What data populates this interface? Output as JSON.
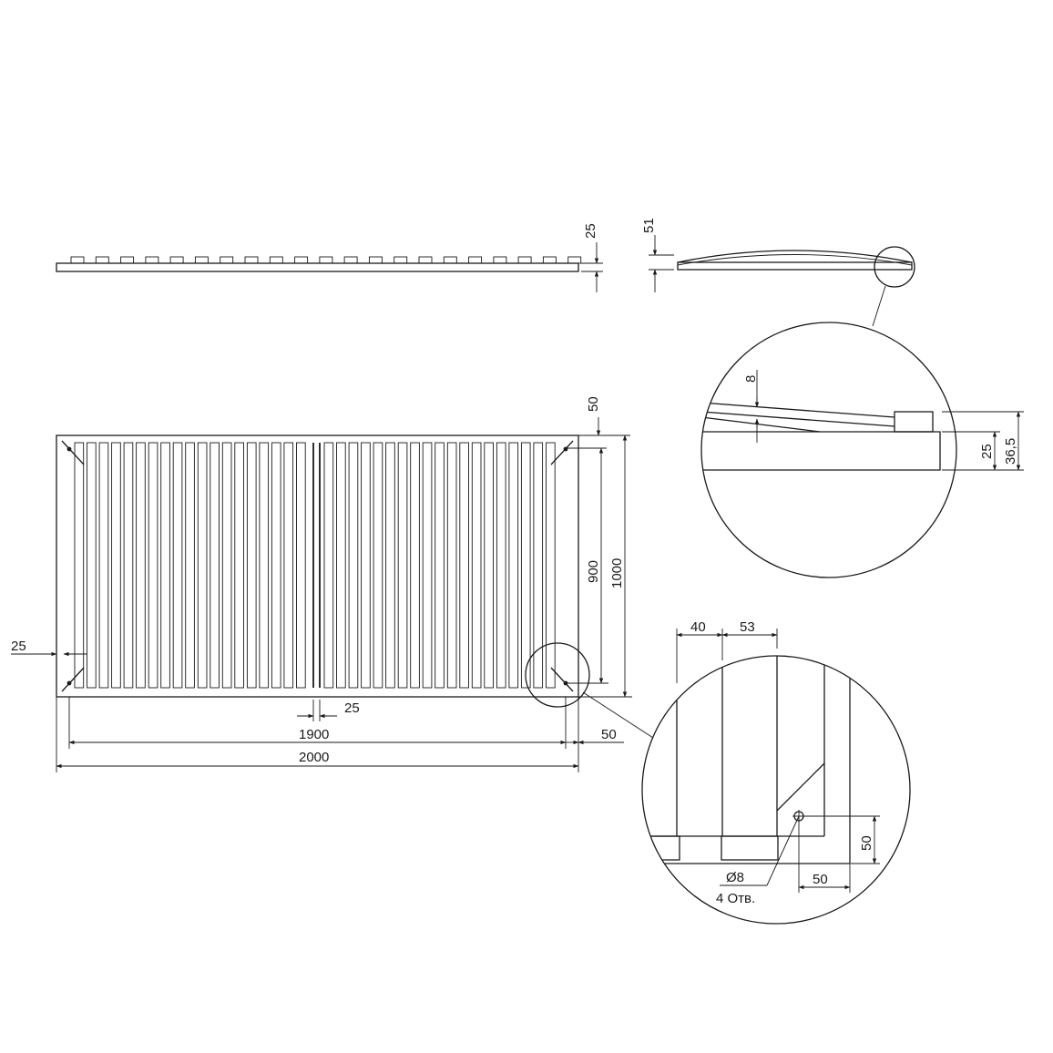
{
  "dimensions": {
    "side_thickness": "25",
    "side_total_height": "51",
    "detail_8": "8",
    "detail_25": "25",
    "detail_36_5": "36,5",
    "top_offset": "50",
    "inner_width": "900",
    "outer_width": "1000",
    "left_offset": "25",
    "slat_gap": "25",
    "inner_length": "1900",
    "end_offset": "50",
    "outer_length": "2000",
    "corner_40": "40",
    "corner_53": "53",
    "hole_offset_v": "50",
    "hole_offset_h": "50",
    "hole_diameter": "Ø8",
    "hole_count": "4 Отв."
  },
  "slats": {
    "count_per_half": 19
  }
}
